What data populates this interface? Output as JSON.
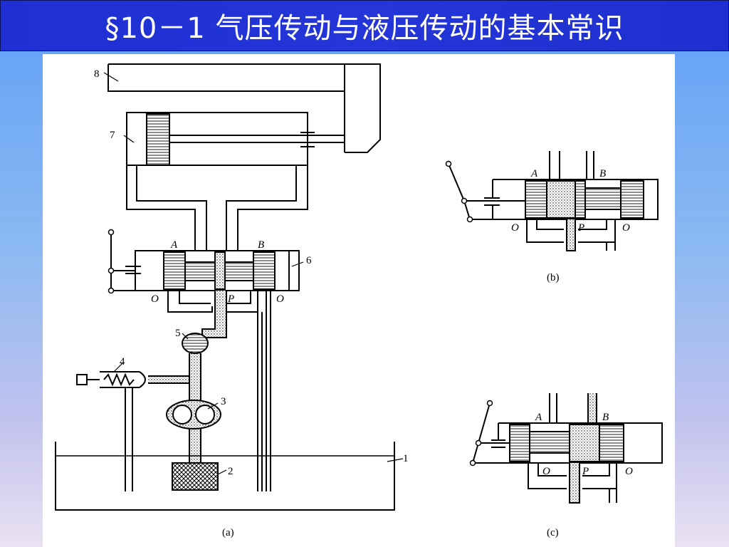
{
  "slide": {
    "title": "§10－1  气压传动与液压传动的基本常识"
  },
  "figure": {
    "a": {
      "caption": "(a)",
      "numbers": {
        "n1": "1",
        "n2": "2",
        "n3": "3",
        "n4": "4",
        "n5": "5",
        "n6": "6",
        "n7": "7",
        "n8": "8"
      },
      "ports": {
        "A": "A",
        "B": "B",
        "O_left": "O",
        "P": "P",
        "O_right": "O"
      }
    },
    "b": {
      "caption": "(b)",
      "ports": {
        "A": "A",
        "B": "B",
        "O_left": "O",
        "P": "P",
        "O_right": "O"
      }
    },
    "c": {
      "caption": "(c)",
      "ports": {
        "A": "A",
        "B": "B",
        "O_left": "O",
        "P": "P",
        "O_right": "O"
      }
    }
  },
  "colors": {
    "title_bg": "#2436d8",
    "title_text": "#ffffff",
    "line": "#000000"
  }
}
